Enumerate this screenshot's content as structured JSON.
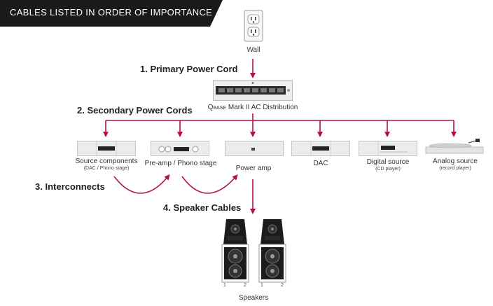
{
  "banner": {
    "title": "CABLES LISTED IN ORDER OF IMPORTANCE"
  },
  "wall": {
    "label": "Wall"
  },
  "steps": {
    "primary": "1. Primary Power Cord",
    "secondary": "2. Secondary Power Cords",
    "interconnects": "3. Interconnects",
    "speaker": "4. Speaker Cables"
  },
  "qbase": {
    "label_prefix": "Q",
    "label_small": "BASE",
    "label_rest": " Mark II AC Distribution"
  },
  "components": [
    {
      "label": "Source components",
      "sub": "(DAC / Phono stage)"
    },
    {
      "label": "Pre-amp / Phono stage",
      "sub": ""
    },
    {
      "label": "Power amp",
      "sub": ""
    },
    {
      "label": "DAC",
      "sub": ""
    },
    {
      "label": "Digital source",
      "sub": "(CD player)"
    },
    {
      "label": "Analog source",
      "sub": "(record player)"
    }
  ],
  "speakers": {
    "label": "Speakers",
    "left_t1": "1",
    "left_t2": "2",
    "right_t1": "1",
    "right_t2": "2"
  },
  "colors": {
    "arrow": "#b3123f",
    "banner": "#1a1a1a",
    "device": "#e9e9e9"
  }
}
